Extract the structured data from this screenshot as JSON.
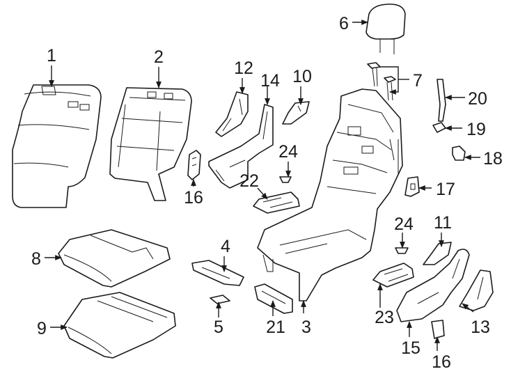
{
  "diagram": {
    "callouts": [
      {
        "id": "c1",
        "label": "1"
      },
      {
        "id": "c2",
        "label": "2"
      },
      {
        "id": "c3",
        "label": "3"
      },
      {
        "id": "c4",
        "label": "4"
      },
      {
        "id": "c5",
        "label": "5"
      },
      {
        "id": "c6",
        "label": "6"
      },
      {
        "id": "c7",
        "label": "7"
      },
      {
        "id": "c8",
        "label": "8"
      },
      {
        "id": "c9",
        "label": "9"
      },
      {
        "id": "c10",
        "label": "10"
      },
      {
        "id": "c11",
        "label": "11"
      },
      {
        "id": "c12",
        "label": "12"
      },
      {
        "id": "c13",
        "label": "13"
      },
      {
        "id": "c14",
        "label": "14"
      },
      {
        "id": "c15",
        "label": "15"
      },
      {
        "id": "c16a",
        "label": "16"
      },
      {
        "id": "c16b",
        "label": "16"
      },
      {
        "id": "c17",
        "label": "17"
      },
      {
        "id": "c18",
        "label": "18"
      },
      {
        "id": "c19",
        "label": "19"
      },
      {
        "id": "c20",
        "label": "20"
      },
      {
        "id": "c21",
        "label": "21"
      },
      {
        "id": "c22",
        "label": "22"
      },
      {
        "id": "c23",
        "label": "23"
      },
      {
        "id": "c24a",
        "label": "24"
      },
      {
        "id": "c24b",
        "label": "24"
      }
    ]
  }
}
